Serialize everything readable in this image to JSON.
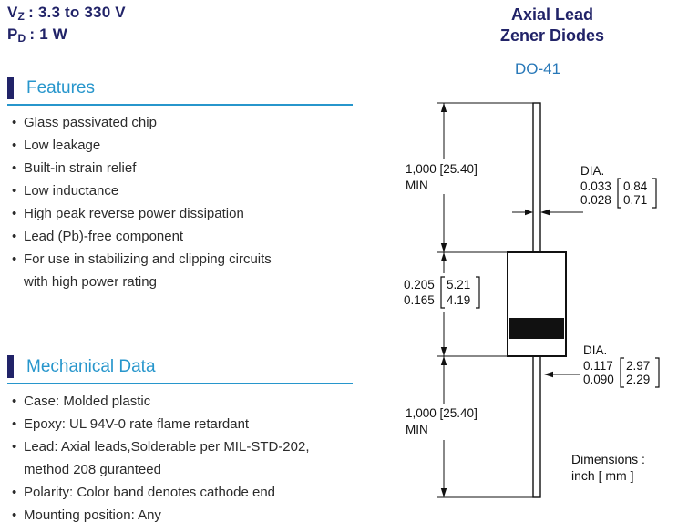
{
  "specs": {
    "vz": {
      "symbol": "V",
      "sub": "Z",
      "value": ": 3.3 to 330 V"
    },
    "pd": {
      "symbol": "P",
      "sub": "D",
      "value": ": 1 W"
    }
  },
  "title": {
    "line1": "Axial Lead",
    "line2": "Zener Diodes",
    "package": "DO-41"
  },
  "features": {
    "heading": "Features",
    "items": [
      {
        "text": "Glass passivated chip"
      },
      {
        "text": "Low leakage"
      },
      {
        "text": "Built-in strain relief"
      },
      {
        "text": "Low inductance"
      },
      {
        "text": "High peak reverse power dissipation"
      },
      {
        "text": "Lead (Pb)-free component"
      },
      {
        "text": "For use in stabilizing and clipping circuits",
        "text2": "with high power rating"
      }
    ]
  },
  "mechanical": {
    "heading": "Mechanical Data",
    "items": [
      {
        "text": "Case: Molded plastic"
      },
      {
        "text": "Epoxy: UL 94V-0 rate flame retardant"
      },
      {
        "text": "Lead: Axial leads,Solderable per MIL-STD-202,",
        "text2": "method 208 guranteed"
      },
      {
        "text": "Polarity: Color band denotes cathode end"
      },
      {
        "text": "Mounting position: Any"
      }
    ]
  },
  "diagram": {
    "lead_length_top": {
      "text": "1,000 [25.40]",
      "min": "MIN"
    },
    "body_length": {
      "inch_max": "0.205",
      "inch_min": "0.165",
      "mm_max": "5.21",
      "mm_min": "4.19"
    },
    "lead_length_bottom": {
      "text": "1,000 [25.40]",
      "min": "MIN"
    },
    "lead_dia": {
      "label": "DIA.",
      "inch_max": "0.033",
      "inch_min": "0.028",
      "mm_max": "0.84",
      "mm_min": "0.71"
    },
    "body_dia": {
      "label": "DIA.",
      "inch_max": "0.117",
      "inch_min": "0.090",
      "mm_max": "2.97",
      "mm_min": "2.29"
    },
    "note": {
      "line1": "Dimensions :",
      "line2": "inch [ mm ]"
    }
  },
  "colors": {
    "navy": "#212368",
    "cyan": "#2796cc",
    "blue": "#2878b8"
  }
}
